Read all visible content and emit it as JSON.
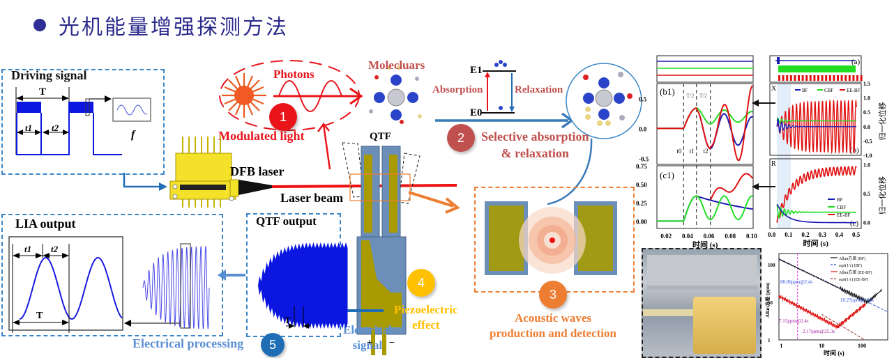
{
  "title": "光机能量增强探测方法",
  "colors": {
    "title": "#2b2b8c",
    "red": "#e8141a",
    "steel_blue": "#3a86c8",
    "orange": "#ed7d31",
    "gold": "#ffc000",
    "dark_red": "#c0504d",
    "blue_step": "#1f6db5"
  },
  "driving_signal": {
    "heading": "Driving signal",
    "period_label": "T",
    "t1_label": "t1",
    "t2_label": "t2",
    "freq_label": "f"
  },
  "photons": {
    "label": "Photons",
    "step_number": "1",
    "step_label": "Modulated light"
  },
  "molecules": {
    "label": "Molecluars"
  },
  "energy_levels": {
    "upper": "E1",
    "lower": "E0",
    "absorption": "Absorption",
    "relaxation": "Relaxation"
  },
  "step2": {
    "number": "2",
    "label_line1": "Selective absorption",
    "label_line2": "& relaxation"
  },
  "step3": {
    "number": "3",
    "label_line1": "Acoustic waves",
    "label_line2": "production and detection"
  },
  "step4": {
    "number": "4",
    "label_line1": "Piezoelectric",
    "label_line2": "effect"
  },
  "step5": {
    "number": "5",
    "label": "Electrical processing"
  },
  "qtf": {
    "label": "QTF",
    "plus": "+",
    "minus": "−"
  },
  "laser": {
    "label": "DFB laser",
    "beam_label": "Laser beam"
  },
  "electrical_signal": {
    "line1": "Electrical",
    "line2": "signal"
  },
  "qtf_output": {
    "heading": "QTF output",
    "period_label": "T"
  },
  "lia_output": {
    "heading": "LIA output",
    "t1_label": "t1",
    "t2_label": "t2",
    "period_label": "T"
  },
  "chart_data": [
    {
      "id": "b1_c1",
      "type": "line",
      "panels": [
        "(b1)",
        "(c1)"
      ],
      "xlabel": "时间 (s)",
      "x_ticks": [
        "0.02",
        "0.04",
        "0.06",
        "0.08",
        "0.10"
      ],
      "xlim": [
        0.01,
        0.1
      ],
      "b1": {
        "y_ticks": [
          "0.5",
          "0.0",
          "-0.5"
        ],
        "ylim": [
          -0.6,
          0.75
        ]
      },
      "c1": {
        "y_ticks": [
          "0.75",
          "0.50",
          "0.25",
          "0.00"
        ],
        "ylim": [
          -0.1,
          0.75
        ]
      },
      "markers": [
        "t0",
        "t1",
        "t2"
      ],
      "marker_x": [
        0.035,
        0.047,
        0.06
      ],
      "half_period_labels": [
        "T/2",
        "T/2"
      ],
      "series": [
        {
          "name": "BF",
          "color": "#1a1ab4"
        },
        {
          "name": "CBF",
          "color": "#22dd22"
        },
        {
          "name": "EE-BF",
          "color": "#e01010"
        }
      ]
    },
    {
      "id": "a_b_c",
      "type": "line",
      "panels": [
        "(a)",
        "(b)",
        "(c)"
      ],
      "xlabel": "时间 (s)",
      "x_ticks": [
        "0.0",
        "0.1",
        "0.2",
        "0.3",
        "0.4",
        "0.5"
      ],
      "xlim": [
        0,
        0.5
      ],
      "b": {
        "label": "X",
        "y_ticks": [
          "1.5",
          "1.0",
          "0.5",
          "0.0",
          "-0.5",
          "-1.0"
        ],
        "ylim": [
          -1.0,
          1.5
        ]
      },
      "c": {
        "label": "R",
        "y_ticks": [
          "1.0",
          "0.5",
          "0.0"
        ],
        "ylim": [
          -0.1,
          1.1
        ]
      },
      "ylabel": "归一化位移",
      "legend": [
        "BF",
        "CBF",
        "EE-BF"
      ],
      "series": [
        {
          "name": "BF",
          "color": "#1a1ab4"
        },
        {
          "name": "CBF",
          "color": "#22dd22"
        },
        {
          "name": "EE-BF",
          "color": "#e01010"
        }
      ]
    },
    {
      "id": "allan",
      "type": "line",
      "scale": "log-log",
      "xlabel": "时间 (s)",
      "ylabel": "Allan方差 (ppm)",
      "x_ticks": [
        "1",
        "10",
        "100"
      ],
      "y_ticks": [
        "100",
        "10",
        "1"
      ],
      "xlim": [
        0.8,
        500
      ],
      "ylim": [
        1,
        200
      ],
      "legend": [
        "Allan方差 (BF)",
        "sqrt(1/τ) (BF)",
        "Allan方差 (EE-BF)",
        "sqrt(1/τ) (EE-BF)"
      ],
      "annotations": [
        "88.06ppm@2.4s",
        "10.27ppm@184s",
        "7.15ppm@2.4s",
        "2.17ppm@25.3s"
      ],
      "series": [
        {
          "name": "Allan方差 (BF)",
          "color": "#111111"
        },
        {
          "name": "sqrt(1/τ) (BF)",
          "color": "#3050e0"
        },
        {
          "name": "Allan方差 (EE-BF)",
          "color": "#e01010"
        },
        {
          "name": "sqrt(1/τ) (EE-BF)",
          "color": "#a03020"
        }
      ]
    }
  ]
}
